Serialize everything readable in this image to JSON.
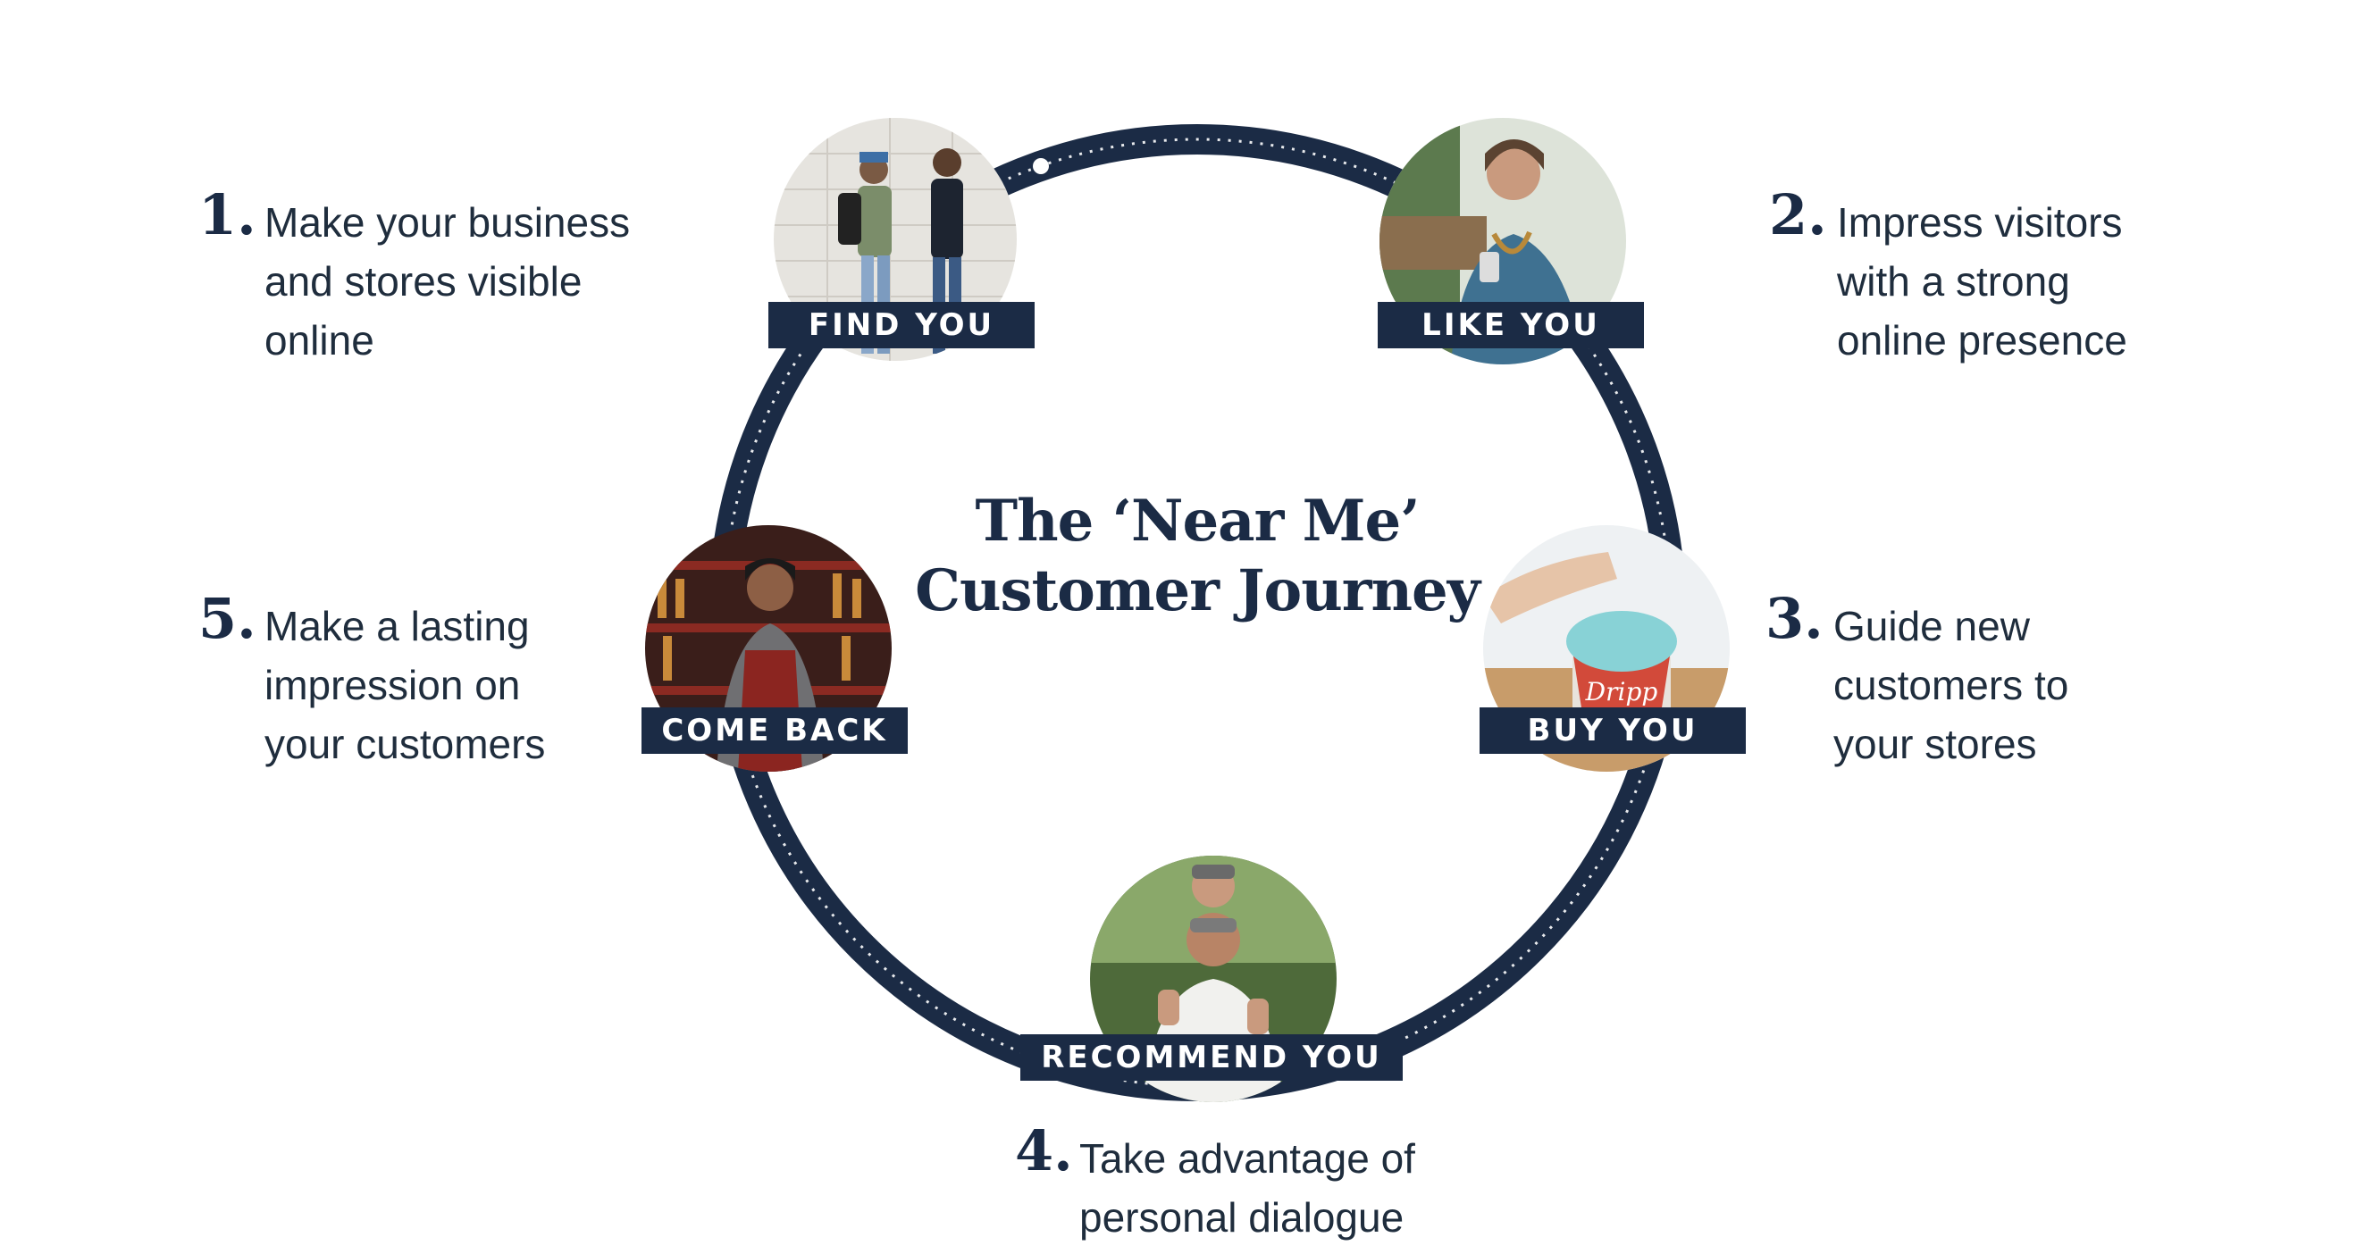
{
  "title": {
    "line1": "The ‘Near Me’",
    "line2": "Customer Journey"
  },
  "colors": {
    "navy": "#1b2b45",
    "text": "#1f2d3d",
    "background": "#ffffff"
  },
  "stages": [
    {
      "label": "FIND YOU",
      "number": "1.",
      "lines": [
        "Make your business",
        "and stores visible",
        "online"
      ]
    },
    {
      "label": "LIKE YOU",
      "number": "2.",
      "lines": [
        "Impress visitors",
        "with a strong",
        "online presence"
      ]
    },
    {
      "label": "BUY YOU",
      "number": "3.",
      "lines": [
        "Guide new",
        "customers to",
        "your stores"
      ]
    },
    {
      "label": "RECOMMEND YOU",
      "number": "4.",
      "lines": [
        "Take advantage of",
        "personal dialogue"
      ]
    },
    {
      "label": "COME BACK",
      "number": "5.",
      "lines": [
        "Make a lasting",
        "impression on",
        "your customers"
      ]
    }
  ],
  "photos": {
    "find_you": "photo of two people looking at phones",
    "like_you": "photo of smiling woman holding phone",
    "buy_you": "photo of ice cream cup with Dripp branding",
    "buy_you_brand": "Dripp",
    "recommend_you": "photo of man giving thumbs up with child on shoulders",
    "come_back": "photo of bartender at bar"
  }
}
